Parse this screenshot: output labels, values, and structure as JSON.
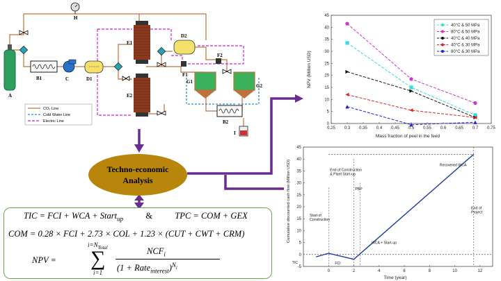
{
  "process": {
    "labels": [
      "A",
      "B1",
      "C",
      "D1",
      "E1",
      "E2",
      "D2",
      "F1",
      "F2",
      "G1",
      "G2",
      "B2",
      "H",
      "I"
    ],
    "legend": [
      {
        "label": "CO₂ Line",
        "color": "#c0703a",
        "style": "solid"
      },
      {
        "label": "Cold Water Line",
        "color": "#1e90d0",
        "style": "dashed"
      },
      {
        "label": "Electric Line",
        "color": "#d020d0",
        "style": "dashed"
      }
    ]
  },
  "center": {
    "title_line1": "Techno-economic",
    "title_line2": "Analysis"
  },
  "equations": {
    "eq1_a": "TIC = FCI + WCA + Start",
    "eq1_sub": "up",
    "eq1_amp": "&",
    "eq1_b": "TPC = COM + GEX",
    "eq2": "COM = 0.28 × FCI + 2.73 × COL + 1.23 × (CUT + CWT + CRM)",
    "npv_lhs": "NPV =",
    "sum_top": "i=N",
    "sum_top_sub": "Total",
    "sum_bottom": "i=1",
    "frac_num": "NCF",
    "frac_num_sub": "i",
    "frac_den": "(1 + Rate",
    "frac_den_sub": "interest",
    "frac_den_end": ")",
    "frac_den_sup": "N",
    "frac_den_supsub": "i"
  },
  "chart_data": [
    {
      "type": "line",
      "xlabel": "Mass fraction of peel in the feed",
      "ylabel": "NPV (Million USD)",
      "xlim": [
        0.25,
        0.75
      ],
      "ylim": [
        0,
        45
      ],
      "xticks": [
        "0.25",
        "0.3",
        "0.35",
        "0.4",
        "0.45",
        "0.5",
        "0.55",
        "0.6",
        "0.65",
        "0.7",
        "0.75"
      ],
      "yticks": [
        "0",
        "5",
        "10",
        "15",
        "20",
        "25",
        "30",
        "35",
        "40",
        "45"
      ],
      "grid": false,
      "legend_position": "top-right",
      "x": [
        0.3,
        0.5,
        0.7
      ],
      "series": [
        {
          "name": "40°C & 50 MPa",
          "color": "#33dddd",
          "marker": "square",
          "values": [
            33.5,
            15,
            3.5
          ]
        },
        {
          "name": "80°C & 50 MPa",
          "color": "#cc33cc",
          "marker": "circle",
          "values": [
            41.5,
            18.5,
            8.5
          ]
        },
        {
          "name": "40°C & 40 MPa",
          "color": "#111111",
          "marker": "triangle-right",
          "values": [
            21.5,
            13.5,
            2.5
          ]
        },
        {
          "name": "40°C & 30 MPa",
          "color": "#dd2222",
          "marker": "triangle-left",
          "values": [
            12,
            5.5,
            2.5
          ]
        },
        {
          "name": "80°C & 30 MPa",
          "color": "#2222cc",
          "marker": "triangle-up",
          "values": [
            7,
            -0.5,
            0.5
          ]
        }
      ]
    },
    {
      "type": "line",
      "xlabel": "Time (year)",
      "ylabel": "Cumulative discounted cash flow (Million USD)",
      "xlim": [
        -2,
        13
      ],
      "ylim": [
        -5,
        45
      ],
      "xticks": [
        "0",
        "2",
        "4",
        "6",
        "8",
        "10",
        "12"
      ],
      "yticks": [
        "-5",
        "0",
        "5",
        "10",
        "15",
        "20",
        "25",
        "30",
        "35",
        "40",
        "45"
      ],
      "grid": false,
      "x": [
        -1,
        0,
        2,
        11.5
      ],
      "values": [
        -1,
        0.5,
        -2,
        42
      ],
      "annotations": [
        "End of Construction\n& Plant Start-up",
        "Recovered WCA",
        "PBP",
        "Start of\nConstruction",
        "WCA + Start-up",
        "End of\nProject",
        "TIC",
        "FCI"
      ]
    }
  ]
}
